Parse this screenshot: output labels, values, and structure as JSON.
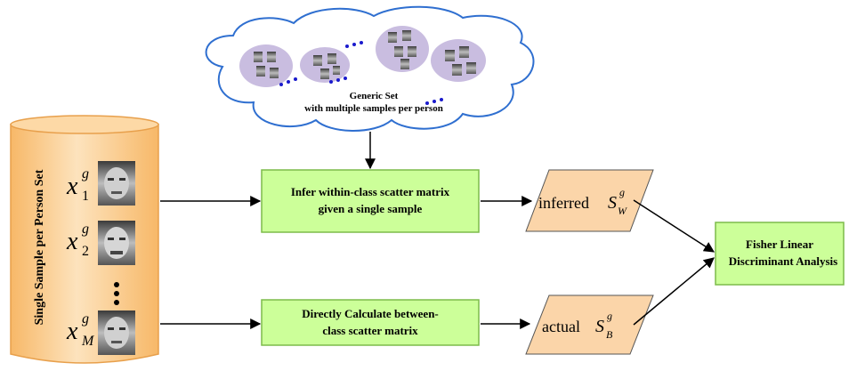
{
  "cloud": {
    "title": "Generic  Set",
    "subtitle": "with multiple samples per person"
  },
  "cylinder": {
    "label": "Single Sample per Person Set",
    "samples": [
      {
        "var": "x",
        "sup": "g",
        "sub": "1"
      },
      {
        "var": "x",
        "sup": "g",
        "sub": "2"
      },
      {
        "var": "x",
        "sup": "g",
        "sub": "M"
      }
    ]
  },
  "boxes": {
    "within": [
      "Infer within-class scatter matrix",
      "given a single sample"
    ],
    "between": [
      "Directly Calculate between-",
      "class scatter matrix"
    ],
    "fisher": [
      "Fisher Linear",
      "Discriminant Analysis"
    ]
  },
  "params": {
    "inferred": {
      "word": "inferred",
      "var": "S",
      "sup": "g",
      "sub": "W"
    },
    "actual": {
      "word": "actual",
      "var": "S",
      "sup": "g",
      "sub": "B"
    }
  },
  "colors": {
    "cloud_stroke": "#2f6fd0",
    "cloud_blob": "#c9bde0",
    "cylinder_fill": "#fbcf94",
    "cylinder_stroke": "#e8a04c",
    "box_fill": "#ccff99",
    "box_stroke": "#7dbb4a",
    "param_fill": "#fbd5a9",
    "param_stroke": "#555555",
    "dots": "#1a1acc"
  }
}
